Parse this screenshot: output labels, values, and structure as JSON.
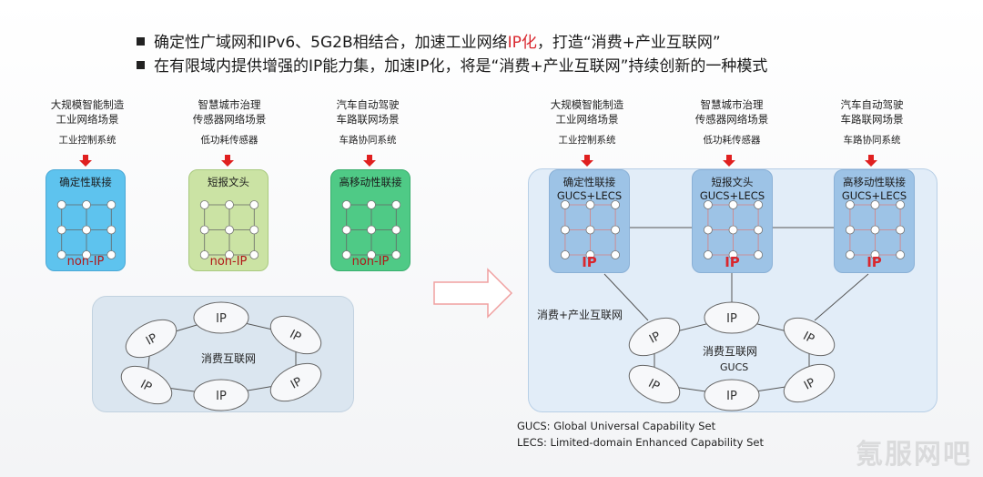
{
  "bullets": [
    {
      "pre": "确定性广域网和IPv6、5G2B相结合，加速工业网络",
      "hl": "IP化",
      "post": "，打造“消费+产业互联网”"
    },
    {
      "pre": "在有限域内提供增强的IP能力集，加速IP化，将是“消费+产业互联网”持续创新的一种模式",
      "hl": "",
      "post": ""
    }
  ],
  "scenarios": [
    {
      "line1": "大规模智能制造",
      "line2": "工业网络场景",
      "system": "工业控制系统"
    },
    {
      "line1": "智慧城市治理",
      "line2": "传感器网络场景",
      "system": "低功耗传感器"
    },
    {
      "line1": "汽车自动驾驶",
      "line2": "车路联网场景",
      "system": "车路协同系统"
    }
  ],
  "left_domains": [
    {
      "title": "确定性联接",
      "foot": "non-IP",
      "color": "#5ec3ee"
    },
    {
      "title": "短报文头",
      "foot": "non-IP",
      "color": "#cbe3a4"
    },
    {
      "title": "高移动性联接",
      "foot": "non-IP",
      "color": "#4fca86"
    }
  ],
  "right_domains": [
    {
      "title": "确定性联接",
      "subtitle": "GUCS+LECS",
      "foot": "IP"
    },
    {
      "title": "短报文头",
      "subtitle": "GUCS+LECS",
      "foot": "IP"
    },
    {
      "title": "高移动性联接",
      "subtitle": "GUCS+LECS",
      "foot": "IP"
    }
  ],
  "consumer_net": {
    "label": "消费互联网",
    "node_label": "IP"
  },
  "consumer_net_right": {
    "label": "消费互联网",
    "sub": "GUCS"
  },
  "industry_label": "消费+产业互联网",
  "legend": [
    "GUCS: Global Universal Capability Set",
    "LECS: Limited-domain Enhanced Capability Set"
  ],
  "watermark": "氪服网吧",
  "colors": {
    "accent_red": "#d9272e",
    "arrow_red": "#e02020",
    "ip_box": "#9dc3e6"
  }
}
